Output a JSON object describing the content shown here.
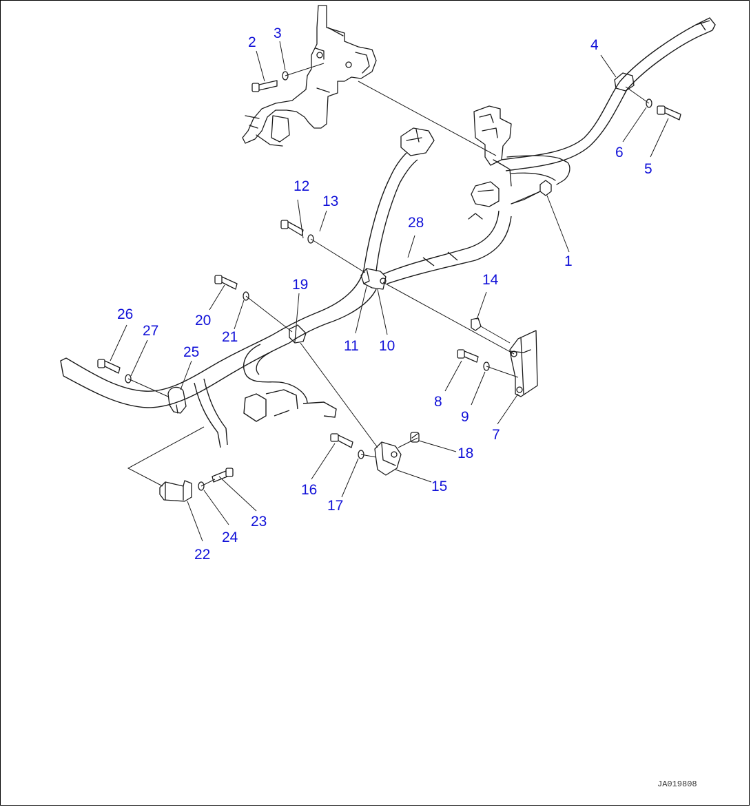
{
  "callouts": {
    "c1": "1",
    "c2": "2",
    "c3": "3",
    "c4": "4",
    "c5": "5",
    "c6": "6",
    "c7": "7",
    "c8": "8",
    "c9": "9",
    "c10": "10",
    "c11": "11",
    "c12": "12",
    "c13": "13",
    "c14": "14",
    "c15": "15",
    "c16": "16",
    "c17": "17",
    "c18": "18",
    "c19": "19",
    "c20": "20",
    "c21": "21",
    "c22": "22",
    "c23": "23",
    "c24": "24",
    "c25": "25",
    "c26": "26",
    "c27": "27",
    "c28": "28"
  },
  "drawing_code": "JA019808",
  "colors": {
    "callout": "#1010d8",
    "line": "#1a1a1a",
    "background": "#ffffff"
  }
}
